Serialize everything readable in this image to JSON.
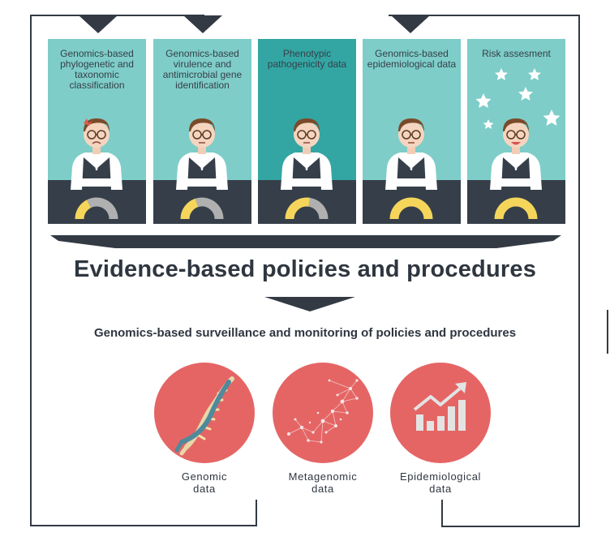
{
  "panels": [
    {
      "title": "Genomics-based phylogenetic and taxonomic classification",
      "gauge_level": 0.35,
      "expression": "stressed"
    },
    {
      "title": "Genomics-based virulence and antimicrobial gene identification",
      "gauge_level": 0.4,
      "expression": "neutral"
    },
    {
      "title": "Phenotypic pathogenicity data",
      "gauge_level": 0.55,
      "expression": "neutral"
    },
    {
      "title": "Genomics-based epidemiological data",
      "gauge_level": 1.0,
      "expression": "neutral"
    },
    {
      "title": "Risk assesment",
      "gauge_level": 1.0,
      "expression": "happy"
    }
  ],
  "heading": "Evidence-based policies and procedures",
  "subheading": "Genomics-based surveillance and monitoring of policies and procedures",
  "data_sources": [
    {
      "label_line1": "Genomic",
      "label_line2": "data",
      "icon": "dna-icon"
    },
    {
      "label_line1": "Metagenomic",
      "label_line2": "data",
      "icon": "network-icon"
    },
    {
      "label_line1": "Epidemiological",
      "label_line2": "data",
      "icon": "rising-chart-icon"
    }
  ],
  "colors": {
    "panel_teal": "#7ecdc8",
    "panel_dark_teal": "#33a6a3",
    "desk": "#363f49",
    "gauge_fill": "#f5d65b",
    "gauge_empty": "#b0b0b0",
    "circle_red": "#e56565",
    "text_dark": "#2f3640"
  }
}
